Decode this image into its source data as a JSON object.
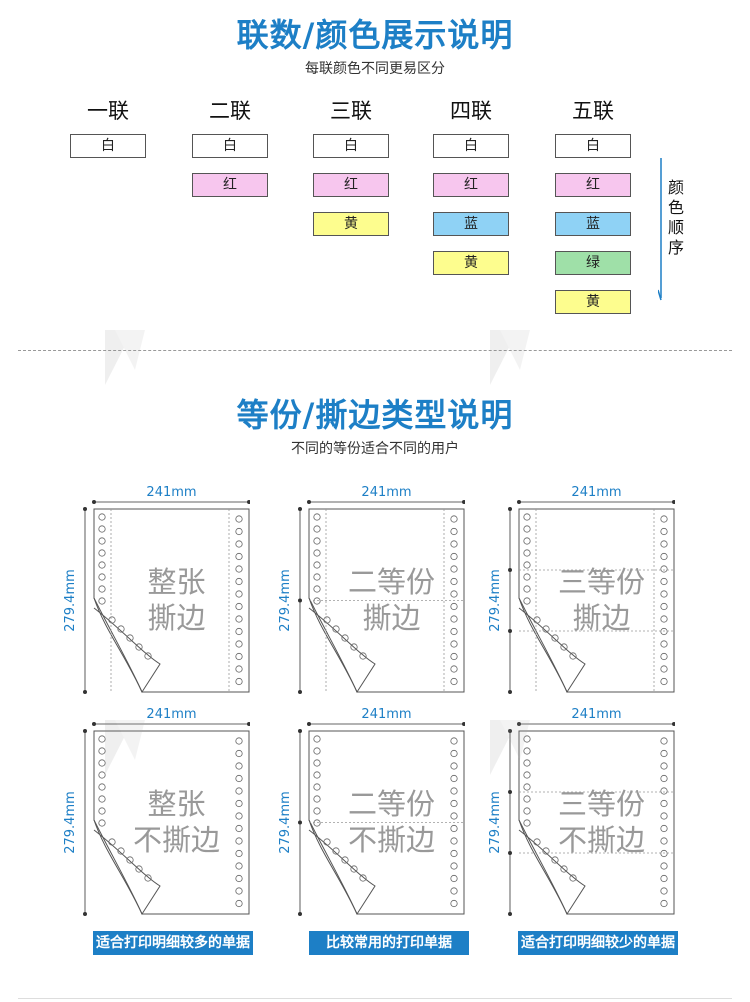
{
  "section1": {
    "title": "联数/颜色展示说明",
    "subtitle": "每联颜色不同更易区分",
    "order_label": [
      "颜",
      "色",
      "顺",
      "序"
    ],
    "columns": [
      {
        "name": "一联",
        "colors": [
          {
            "label": "白",
            "fill": "#ffffff"
          }
        ]
      },
      {
        "name": "二联",
        "colors": [
          {
            "label": "白",
            "fill": "#ffffff"
          },
          {
            "label": "红",
            "fill": "#f7c6ee"
          }
        ]
      },
      {
        "name": "三联",
        "colors": [
          {
            "label": "白",
            "fill": "#ffffff"
          },
          {
            "label": "红",
            "fill": "#f7c6ee"
          },
          {
            "label": "黄",
            "fill": "#fdfd8e"
          }
        ]
      },
      {
        "name": "四联",
        "colors": [
          {
            "label": "白",
            "fill": "#ffffff"
          },
          {
            "label": "红",
            "fill": "#f7c6ee"
          },
          {
            "label": "蓝",
            "fill": "#8fd2f5"
          },
          {
            "label": "黄",
            "fill": "#fdfd8e"
          }
        ]
      },
      {
        "name": "五联",
        "colors": [
          {
            "label": "白",
            "fill": "#ffffff"
          },
          {
            "label": "红",
            "fill": "#f7c6ee"
          },
          {
            "label": "蓝",
            "fill": "#8fd2f5"
          },
          {
            "label": "绿",
            "fill": "#9fe0a8"
          },
          {
            "label": "黄",
            "fill": "#fdfd8e"
          }
        ]
      }
    ]
  },
  "section2": {
    "title": "等份/撕边类型说明",
    "subtitle": "不同的等份适合不同的用户",
    "width_label": "241mm",
    "height_label": "279.4mm",
    "forms": [
      {
        "id": "f1",
        "line1": "整张",
        "line2": "撕边",
        "parts": 1,
        "tear": true
      },
      {
        "id": "f2",
        "line1": "二等份",
        "line2": "撕边",
        "parts": 2,
        "tear": true
      },
      {
        "id": "f3",
        "line1": "三等份",
        "line2": "撕边",
        "parts": 3,
        "tear": true
      },
      {
        "id": "f4",
        "line1": "整张",
        "line2": "不撕边",
        "parts": 1,
        "tear": false
      },
      {
        "id": "f5",
        "line1": "二等份",
        "line2": "不撕边",
        "parts": 2,
        "tear": false
      },
      {
        "id": "f6",
        "line1": "三等份",
        "line2": "不撕边",
        "parts": 3,
        "tear": false
      }
    ],
    "captions": [
      "适合打印明细较多的单据",
      "比较常用的打印单据",
      "适合打印明细较少的单据"
    ]
  },
  "colors": {
    "accent": "#1d7fc6"
  }
}
